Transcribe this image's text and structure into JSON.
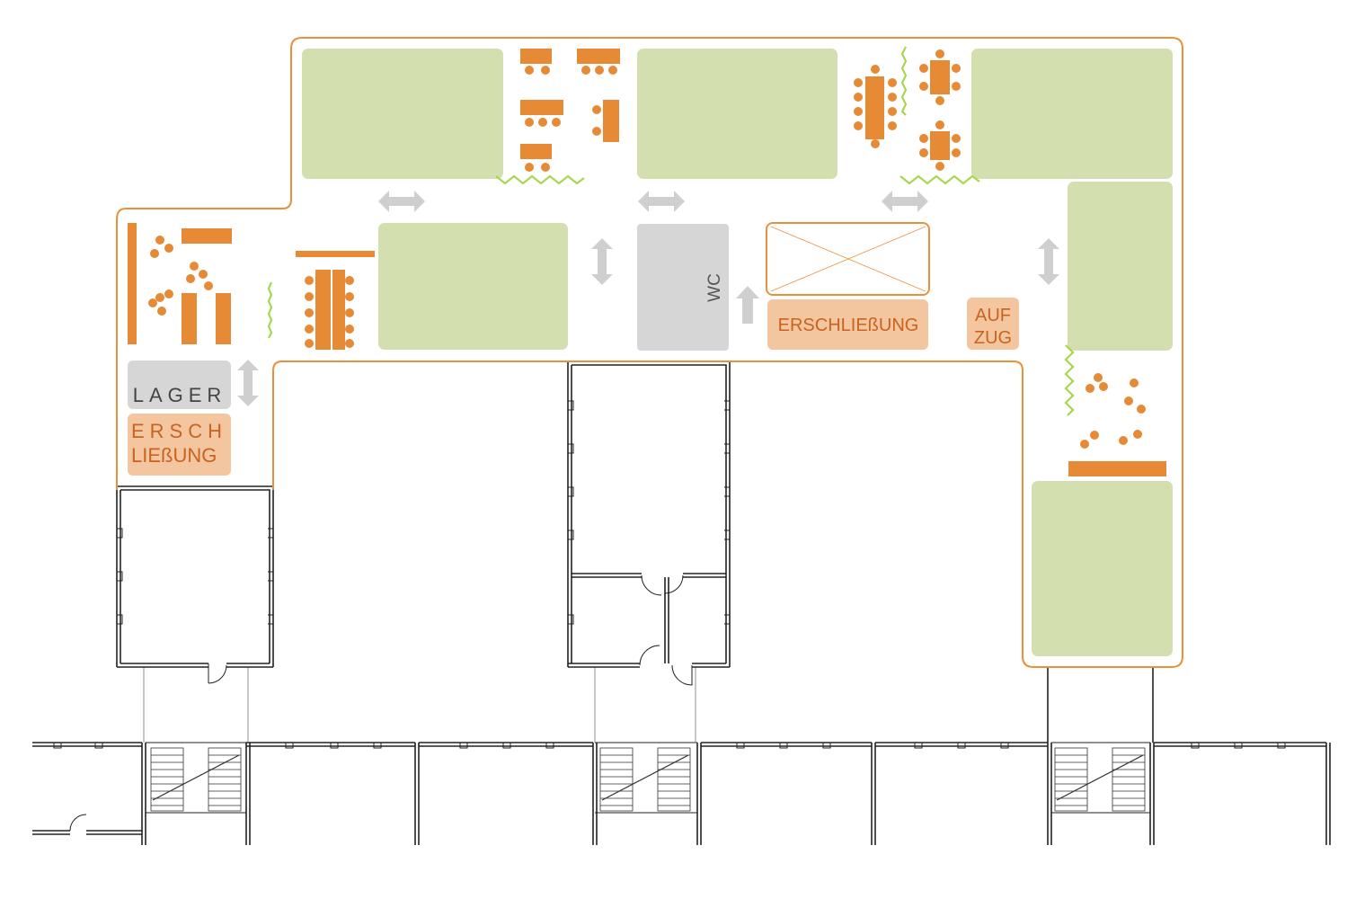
{
  "labels": {
    "wc": "WC",
    "erschliessung_main": "ERSCHLIEßUNG",
    "aufzug_line1": "AUF",
    "aufzug_line2": "ZUG",
    "lager": "LAGER",
    "erschliessung_left_line1": "ERSCH",
    "erschliessung_left_line2": "LIEßUNG"
  },
  "colors": {
    "outline": "#e8913a",
    "furniture": "#e68a36",
    "green_room": "#d3dfae",
    "service_gray": "#d6d6d6",
    "circulation_peach": "#f3c6a0",
    "label_orange": "#c9631f",
    "label_gray": "#555555",
    "plant_green": "#a8d64e",
    "arrow_gray": "#cfcfcf",
    "wall": "#222222"
  }
}
